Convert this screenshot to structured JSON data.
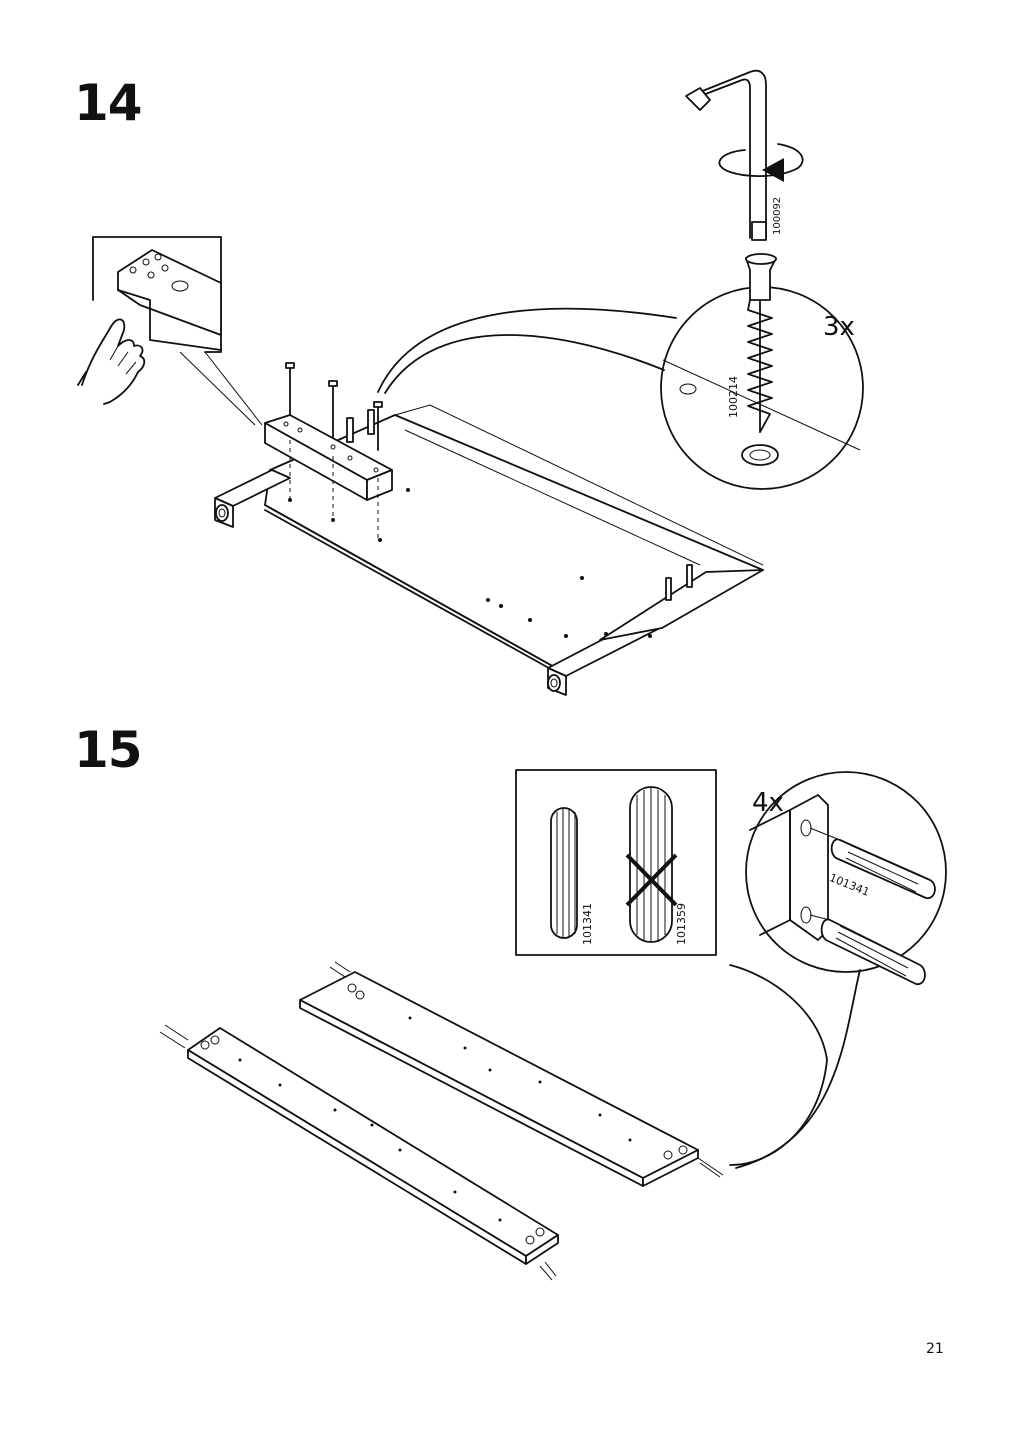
{
  "steps": [
    {
      "number": "14",
      "screw_count": "3x",
      "allen_key_part": "100092",
      "screw_part": "100214"
    },
    {
      "number": "15",
      "dowel_count": "4x",
      "correct_dowel_part": "101341",
      "wrong_dowel_part": "101359",
      "detail_dowel_part": "101341"
    }
  ],
  "page_number": "21",
  "icons": [
    "allen-key-icon",
    "rotate-arrow-icon",
    "screw-icon",
    "hand-pointing-icon",
    "dowel-icon",
    "cross-mark-icon"
  ]
}
